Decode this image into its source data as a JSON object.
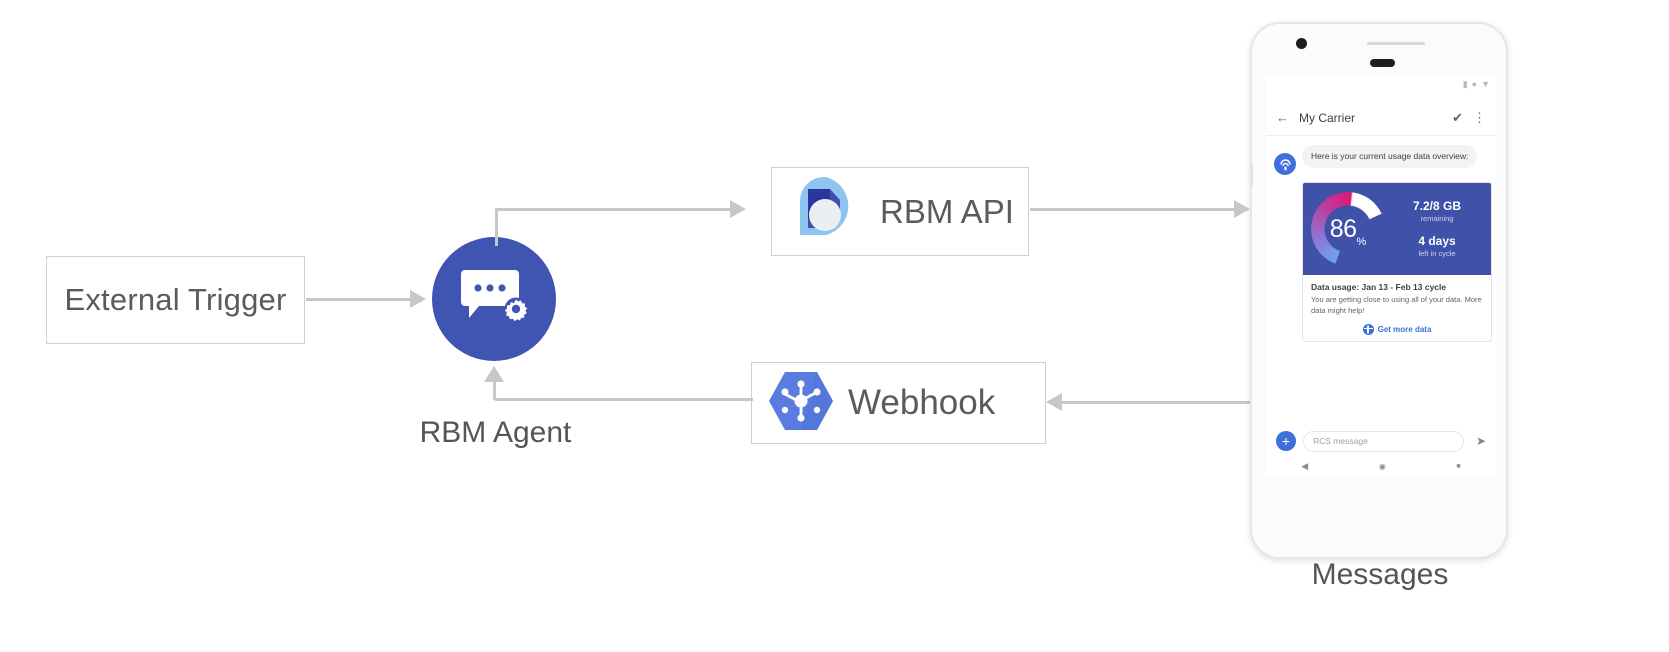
{
  "diagram": {
    "external_trigger": {
      "label": "External Trigger"
    },
    "rbm_agent": {
      "label": "RBM Agent",
      "icon": "chat-gear-icon"
    },
    "rbm_api": {
      "label": "RBM API",
      "icon": "rbm-droplet-icon"
    },
    "webhook": {
      "label": "Webhook",
      "icon": "hexagon-nodes-icon"
    },
    "messages_caption": "Messages"
  },
  "phone": {
    "status_icons": [
      "battery-icon",
      "signal-dot-icon",
      "wifi-triangle-icon"
    ],
    "appbar": {
      "back_icon": "back-arrow-icon",
      "title": "My Carrier",
      "verified_icon": "verified-shield-icon",
      "overflow_icon": "more-vert-icon"
    },
    "conversation": {
      "agent_avatar_icon": "rcs-agent-icon",
      "intro_message": "Here is your current usage data overview:",
      "card": {
        "gauge": {
          "number": "86",
          "unit": "%"
        },
        "stats": [
          {
            "value": "7.2/8 GB",
            "caption": "remaining"
          },
          {
            "value": "4 days",
            "caption": "left in cycle"
          }
        ],
        "title": "Data usage: Jan 13 - Feb 13 cycle",
        "description": "You are getting close to using all of your data. More data might help!",
        "action": {
          "icon": "globe-icon",
          "label": "Get more data"
        }
      }
    },
    "composer": {
      "add_label": "+",
      "placeholder": "RCS message",
      "send_icon": "send-icon"
    },
    "navbar": {
      "back": "◀",
      "home": "◉",
      "recents": "■"
    }
  },
  "colors": {
    "agent_blue": "#4054b2",
    "card_blue": "#3f51a8",
    "link_blue": "#3f6fd8",
    "line_gray": "#c7c7c7",
    "gauge_pink": "#d81b78",
    "gauge_light_blue": "#6aa6e8"
  }
}
